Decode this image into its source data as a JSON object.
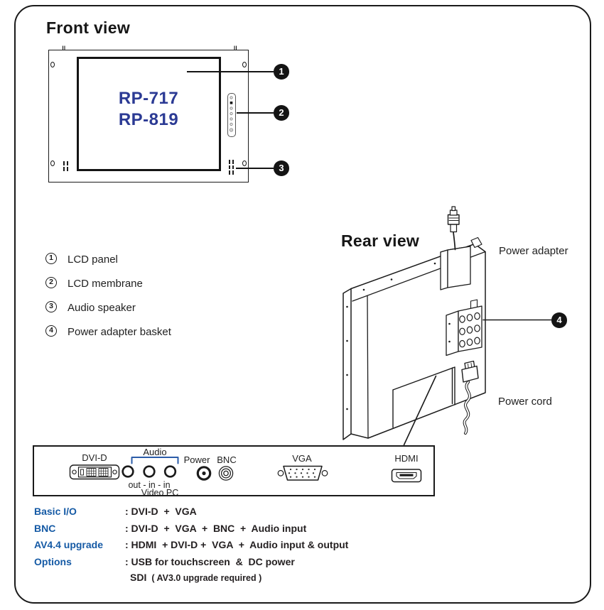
{
  "front_view": {
    "heading": "Front view",
    "model_line1": "RP-717",
    "model_line2": "RP-819",
    "callout1": "1",
    "callout2": "2",
    "callout3": "3"
  },
  "legend": {
    "items": [
      {
        "num": "1",
        "label": "LCD panel"
      },
      {
        "num": "2",
        "label": "LCD membrane"
      },
      {
        "num": "3",
        "label": "Audio speaker"
      },
      {
        "num": "4",
        "label": "Power adapter basket"
      }
    ]
  },
  "rear_view": {
    "heading": "Rear view",
    "power_adapter_label": "Power adapter",
    "power_cord_label": "Power cord",
    "callout4": "4"
  },
  "io_panel": {
    "dvi_label": "DVI-D",
    "audio_label": "Audio",
    "jack_row": "out - in - in",
    "source_row": "Video PC",
    "power_label": "Power",
    "bnc_label": "BNC",
    "vga_label": "VGA",
    "hdmi_label": "HDMI"
  },
  "specs": {
    "rows": [
      {
        "label": "Basic I/O",
        "value": ": DVI-D  +  VGA"
      },
      {
        "label": "BNC",
        "value": ": DVI-D  +  VGA  +  BNC  +  Audio input"
      },
      {
        "label": "AV4.4 upgrade",
        "value": ": HDMI  + DVI-D +  VGA  +  Audio input & output"
      },
      {
        "label": "Options",
        "value": ": USB for touchscreen  &  DC power"
      }
    ],
    "sdi_code": "SDI",
    "sdi_note": "( AV3.0 upgrade required )"
  },
  "colors": {
    "accent_blue": "#155AA5",
    "model_navy": "#2B3A94",
    "bracket_blue": "#2B5CA8",
    "ink": "#1F1F1F"
  }
}
